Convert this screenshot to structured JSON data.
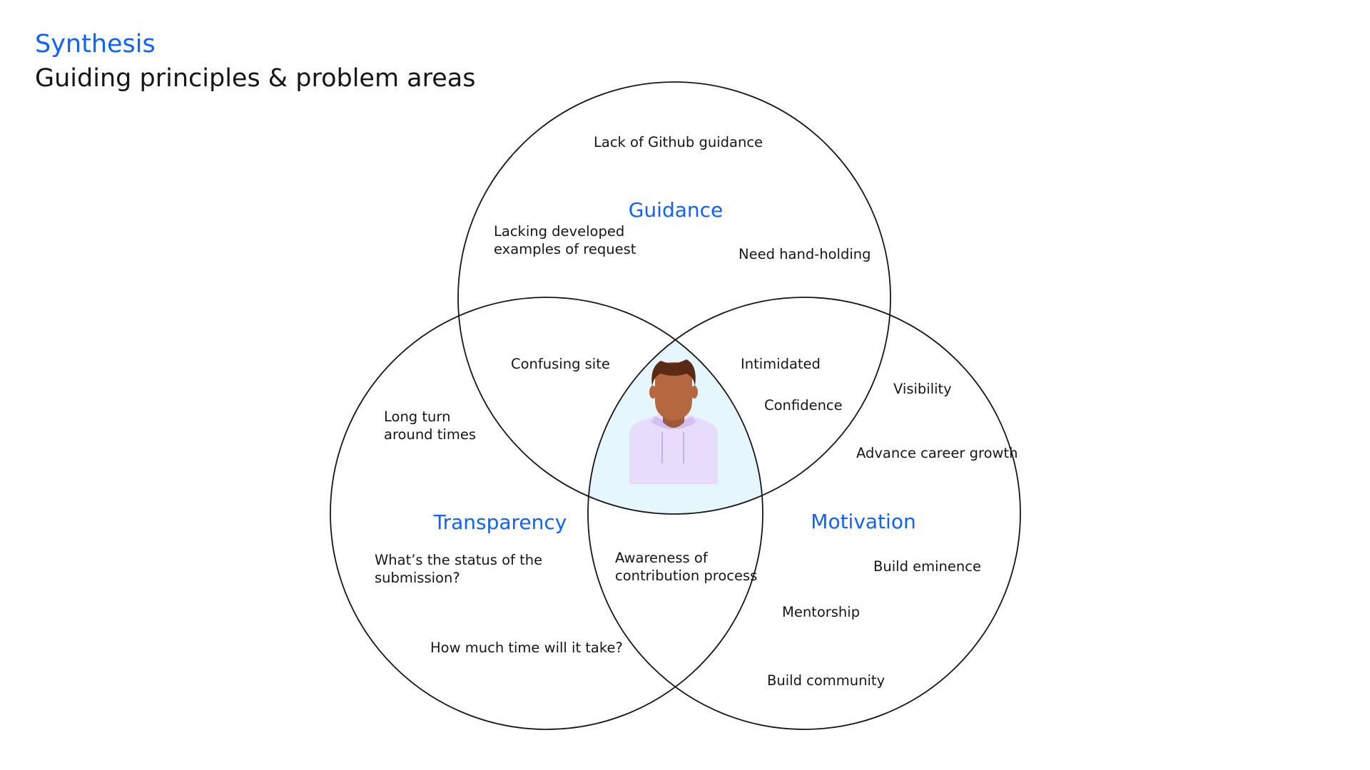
{
  "header": {
    "kicker": "Synthesis",
    "title": "Guiding principles & problem areas"
  },
  "colors": {
    "accent": "#0f62fe",
    "center_fill": "#e6f6ff",
    "outline": "#161616"
  },
  "circles": {
    "guidance": "Guidance",
    "transparency": "Transparency",
    "motivation": "Motivation"
  },
  "center_icon": "person-avatar-icon",
  "notes": {
    "github_guidance": "Lack of Github guidance",
    "developed_examples": [
      "Lacking developed",
      "examples of request"
    ],
    "hand_holding": "Need hand-holding",
    "confusing_site": "Confusing site",
    "intimidated": "Intimidated",
    "confidence": "Confidence",
    "visibility": "Visibility",
    "turnaround": [
      "Long turn",
      "around times"
    ],
    "career_growth": "Advance career growth",
    "submission_status": [
      "What’s the status of the",
      "submission?"
    ],
    "contribution_process": [
      "Awareness of",
      "contribution process"
    ],
    "build_eminence": "Build eminence",
    "mentorship": "Mentorship",
    "time_estimate": "How much time will it take?",
    "build_community": "Build community"
  }
}
